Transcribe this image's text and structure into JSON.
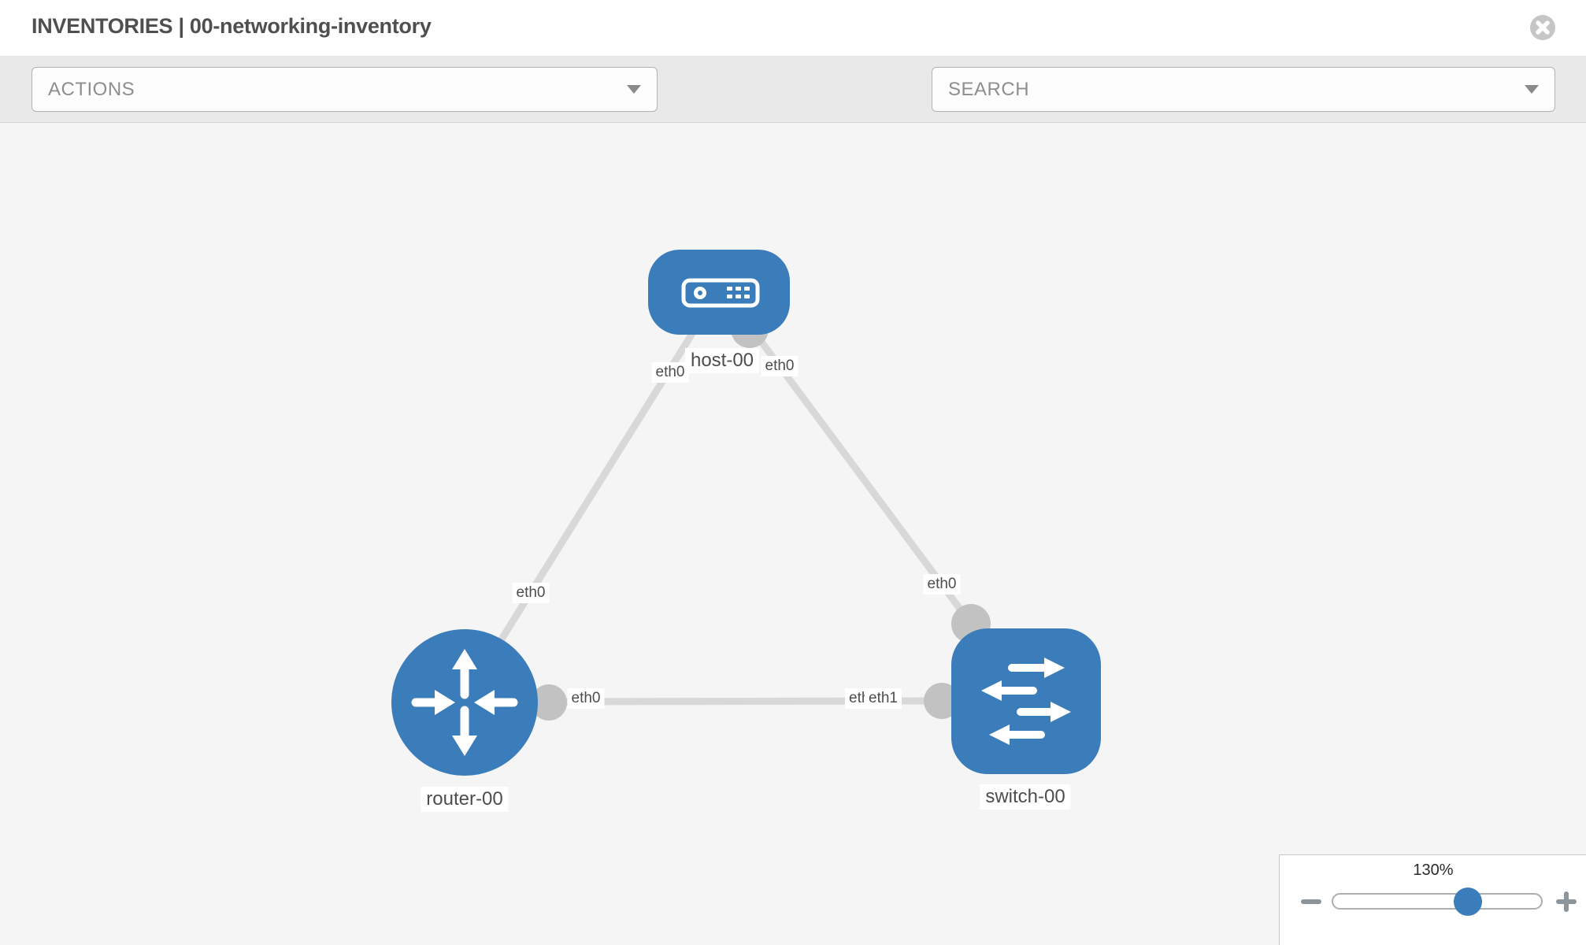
{
  "header": {
    "title": "INVENTORIES | 00-networking-inventory"
  },
  "toolbar": {
    "actions_placeholder": "ACTIONS",
    "search_placeholder": "SEARCH",
    "icons": [
      "wrench-icon",
      "key-icon"
    ]
  },
  "colors": {
    "node_blue": "#3b7cba",
    "link_gray": "#d8d8d8",
    "connector_gray": "#c2c2c2",
    "canvas_bg": "#f5f5f5",
    "toolbar_bg": "#e9e9e9"
  },
  "topology": {
    "nodes": [
      {
        "label": "host-00",
        "type": "host",
        "icon": "server-icon"
      },
      {
        "label": "router-00",
        "type": "router",
        "icon": "router-arrows-icon"
      },
      {
        "label": "switch-00",
        "type": "switch",
        "icon": "switch-arrows-icon"
      }
    ],
    "links": [
      {
        "from": "host-00",
        "from_if": "eth0",
        "to": "router-00",
        "to_if": "eth0"
      },
      {
        "from": "host-00",
        "from_if": "eth0",
        "to": "switch-00",
        "to_if": "eth0"
      },
      {
        "from": "router-00",
        "from_if": "eth0",
        "to": "switch-00",
        "to_if": "eth1",
        "overlapped_if": "eth0"
      }
    ]
  },
  "zoom": {
    "level": "130%",
    "slider_position_pct": 64.5
  }
}
